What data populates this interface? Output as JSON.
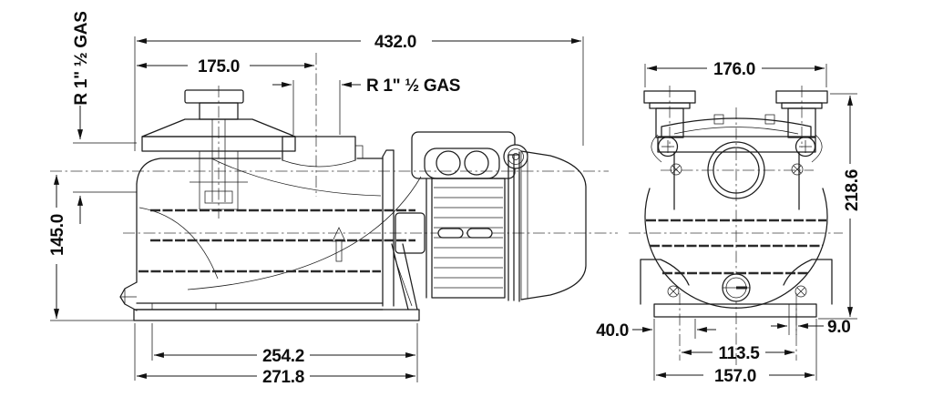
{
  "page": {
    "background_color": "#ffffff",
    "line_color": "#1c1c1c",
    "description": "Two-view dimensioned engineering drawing of a self-priming pool pump with strainer"
  },
  "drawing": {
    "side_view": {
      "overall_length": "432.0",
      "inlet_to_port": "175.0",
      "discharge_thread": "R 1\" ½ GAS",
      "suction_thread": "R 1\" ½ GAS",
      "axis_height": "145.0",
      "pump_length": "254.2",
      "base_length": "271.8"
    },
    "front_view": {
      "width": "176.0",
      "height": "218.6",
      "foot_width": "40.0",
      "slot_width": "9.0",
      "hole_spacing": "113.5",
      "base_width": "157.0"
    }
  }
}
